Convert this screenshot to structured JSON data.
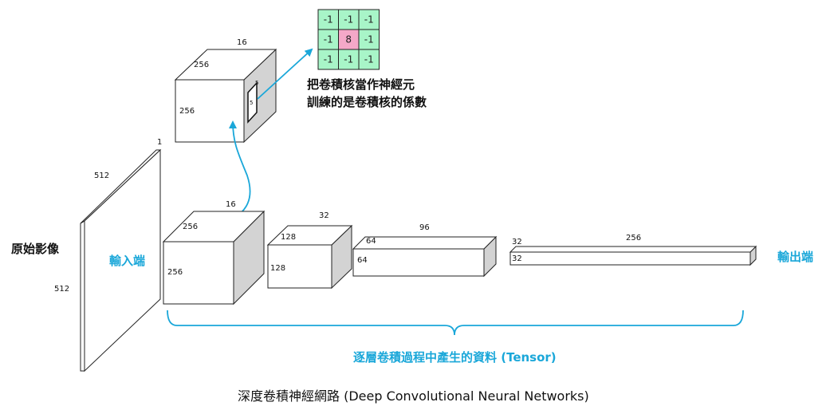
{
  "input_image": {
    "label": "原始影像",
    "dim_width": "512",
    "dim_height": "512",
    "dim_depth": "1"
  },
  "input_end_label": "輸入端",
  "output_end_label": "輸出端",
  "kernel_volume": {
    "depth": "16",
    "height": "256",
    "width": "256",
    "k1": "5",
    "k2": "5"
  },
  "kernel_grid": {
    "values": [
      [
        "-1",
        "-1",
        "-1"
      ],
      [
        "-1",
        "8",
        "-1"
      ],
      [
        "-1",
        "-1",
        "-1"
      ]
    ],
    "cell_color": "#a8f5c8",
    "center_color": "#f5a8c8"
  },
  "kernel_note_line1": "把卷積核當作神經元",
  "kernel_note_line2": "訓練的是卷積核的係數",
  "layers": [
    {
      "depth": "16",
      "height": "256",
      "width": "256"
    },
    {
      "depth": "32",
      "height": "128",
      "width": "128"
    },
    {
      "depth": "96",
      "height": "64",
      "width": "64"
    },
    {
      "depth": "256",
      "height": "32",
      "width": "32"
    }
  ],
  "tensor_label": "逐層卷積過程中產生的資料 (Tensor)",
  "caption": "深度卷積神經網路 (Deep Convolutional Neural Networks)",
  "accent_color": "#1aa7d9"
}
